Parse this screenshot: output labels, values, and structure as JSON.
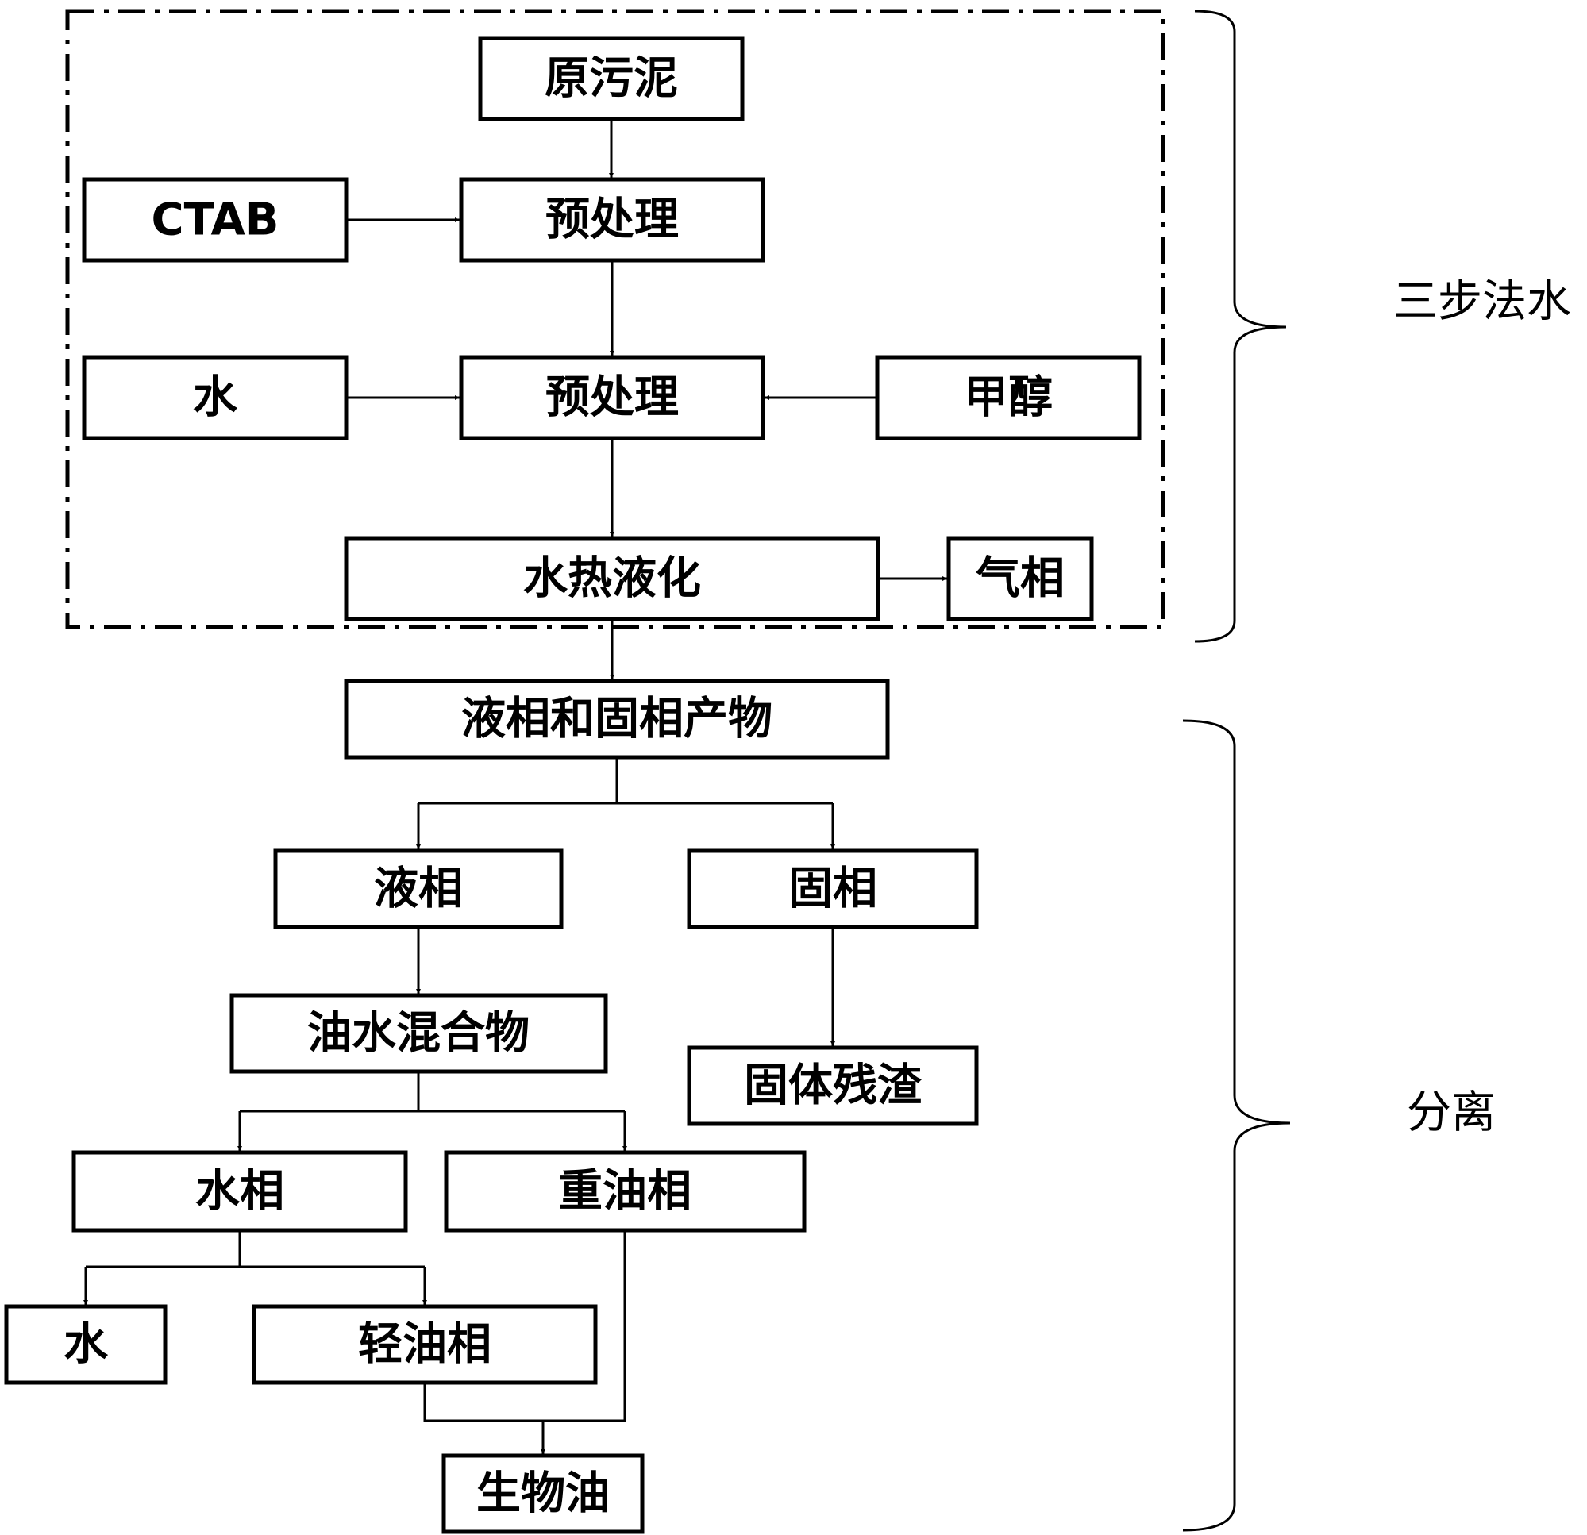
{
  "nodes": {
    "raw_sludge": "原污泥",
    "ctab": "CTAB",
    "pretreat_1": "预处理",
    "water_in": "水",
    "pretreat_2": "预处理",
    "methanol": "甲醇",
    "htl": "水热液化",
    "gas_phase": "气相",
    "liquid_solid_products": "液相和固相产物",
    "liquid_phase": "液相",
    "solid_phase": "固相",
    "oil_water_mixture": "油水混合物",
    "solid_residue": "固体残渣",
    "aqueous_phase": "水相",
    "heavy_oil_phase": "重油相",
    "water_out": "水",
    "light_oil_phase": "轻油相",
    "bio_oil": "生物油"
  },
  "labels": {
    "three_step": "三步法水",
    "separation": "分离"
  }
}
